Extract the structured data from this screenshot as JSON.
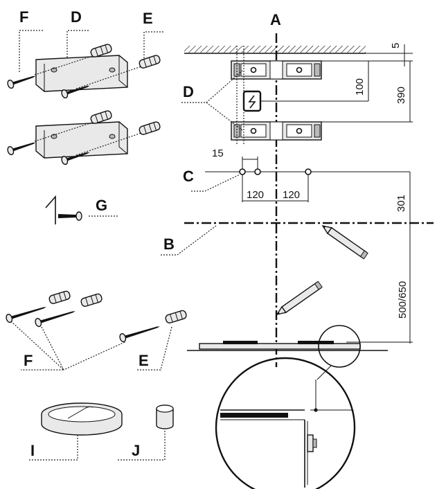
{
  "labels": {
    "A": "A",
    "B": "B",
    "C": "C",
    "D_top": "D",
    "D_side": "D",
    "E_top": "E",
    "E_bottom": "E",
    "F_top": "F",
    "F_bottom": "F",
    "G": "G",
    "I": "I",
    "J": "J"
  },
  "dimensions": {
    "d5": "5",
    "d100": "100",
    "d390": "390",
    "d15": "15",
    "d120_left": "120",
    "d120_right": "120",
    "d301": "301",
    "d500_650": "500/650"
  },
  "colors": {
    "ink": "#111111",
    "part_fill": "#e9e9e9",
    "background": "#ffffff"
  }
}
